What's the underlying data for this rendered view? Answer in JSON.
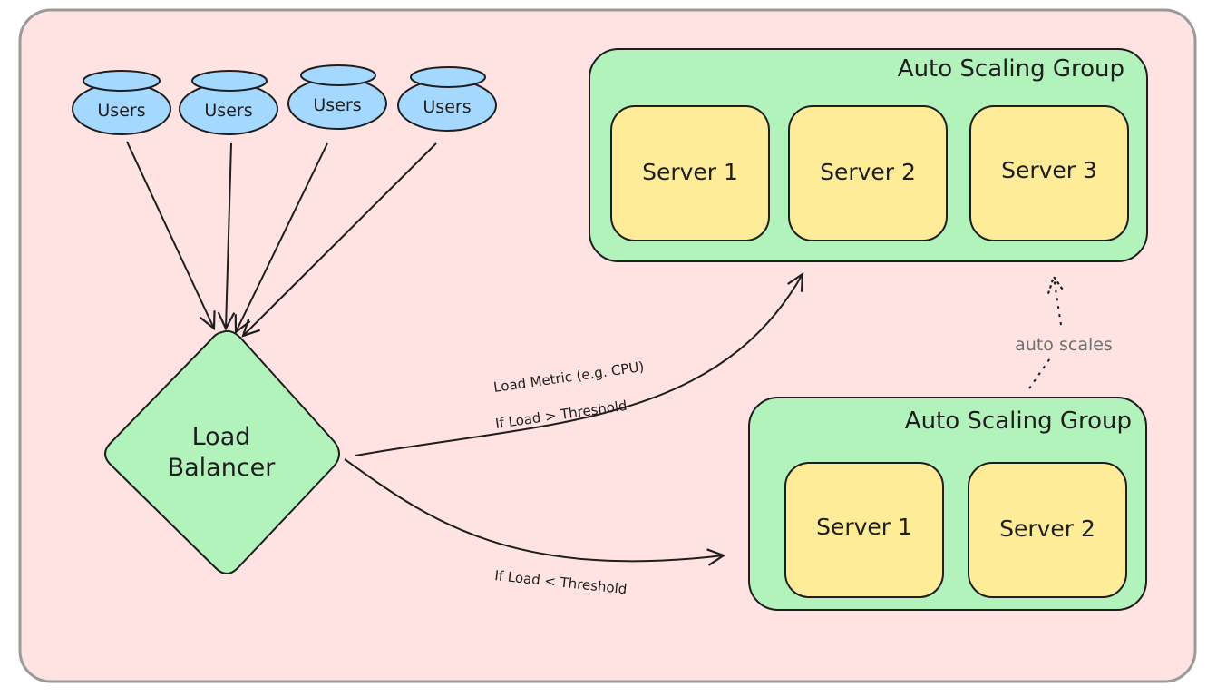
{
  "users": [
    {
      "label": "Users"
    },
    {
      "label": "Users"
    },
    {
      "label": "Users"
    },
    {
      "label": "Users"
    }
  ],
  "load_balancer": {
    "line1": "Load",
    "line2": "Balancer"
  },
  "group_top": {
    "title": "Auto Scaling Group",
    "servers": [
      "Server 1",
      "Server 2",
      "Server 3"
    ]
  },
  "group_bottom": {
    "title": "Auto Scaling Group",
    "servers": [
      "Server 1",
      "Server 2"
    ]
  },
  "edges": {
    "upper_line1": "Load Metric (e.g. CPU)",
    "upper_line2": "If Load > Threshold",
    "lower": "If Load < Threshold",
    "scale": "auto scales"
  },
  "colors": {
    "background": "#ffe3e3",
    "frame_stroke": "#9a9a9a",
    "users_fill": "#a5d8ff",
    "group_fill": "#b2f2bb",
    "server_fill": "#ffec99",
    "stroke": "#1e1e1e"
  }
}
